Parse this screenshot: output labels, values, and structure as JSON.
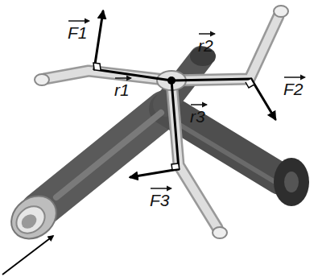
{
  "diagram": {
    "labels": [
      "F1",
      "r1",
      "r2",
      "F2",
      "r3",
      "F3"
    ]
  }
}
